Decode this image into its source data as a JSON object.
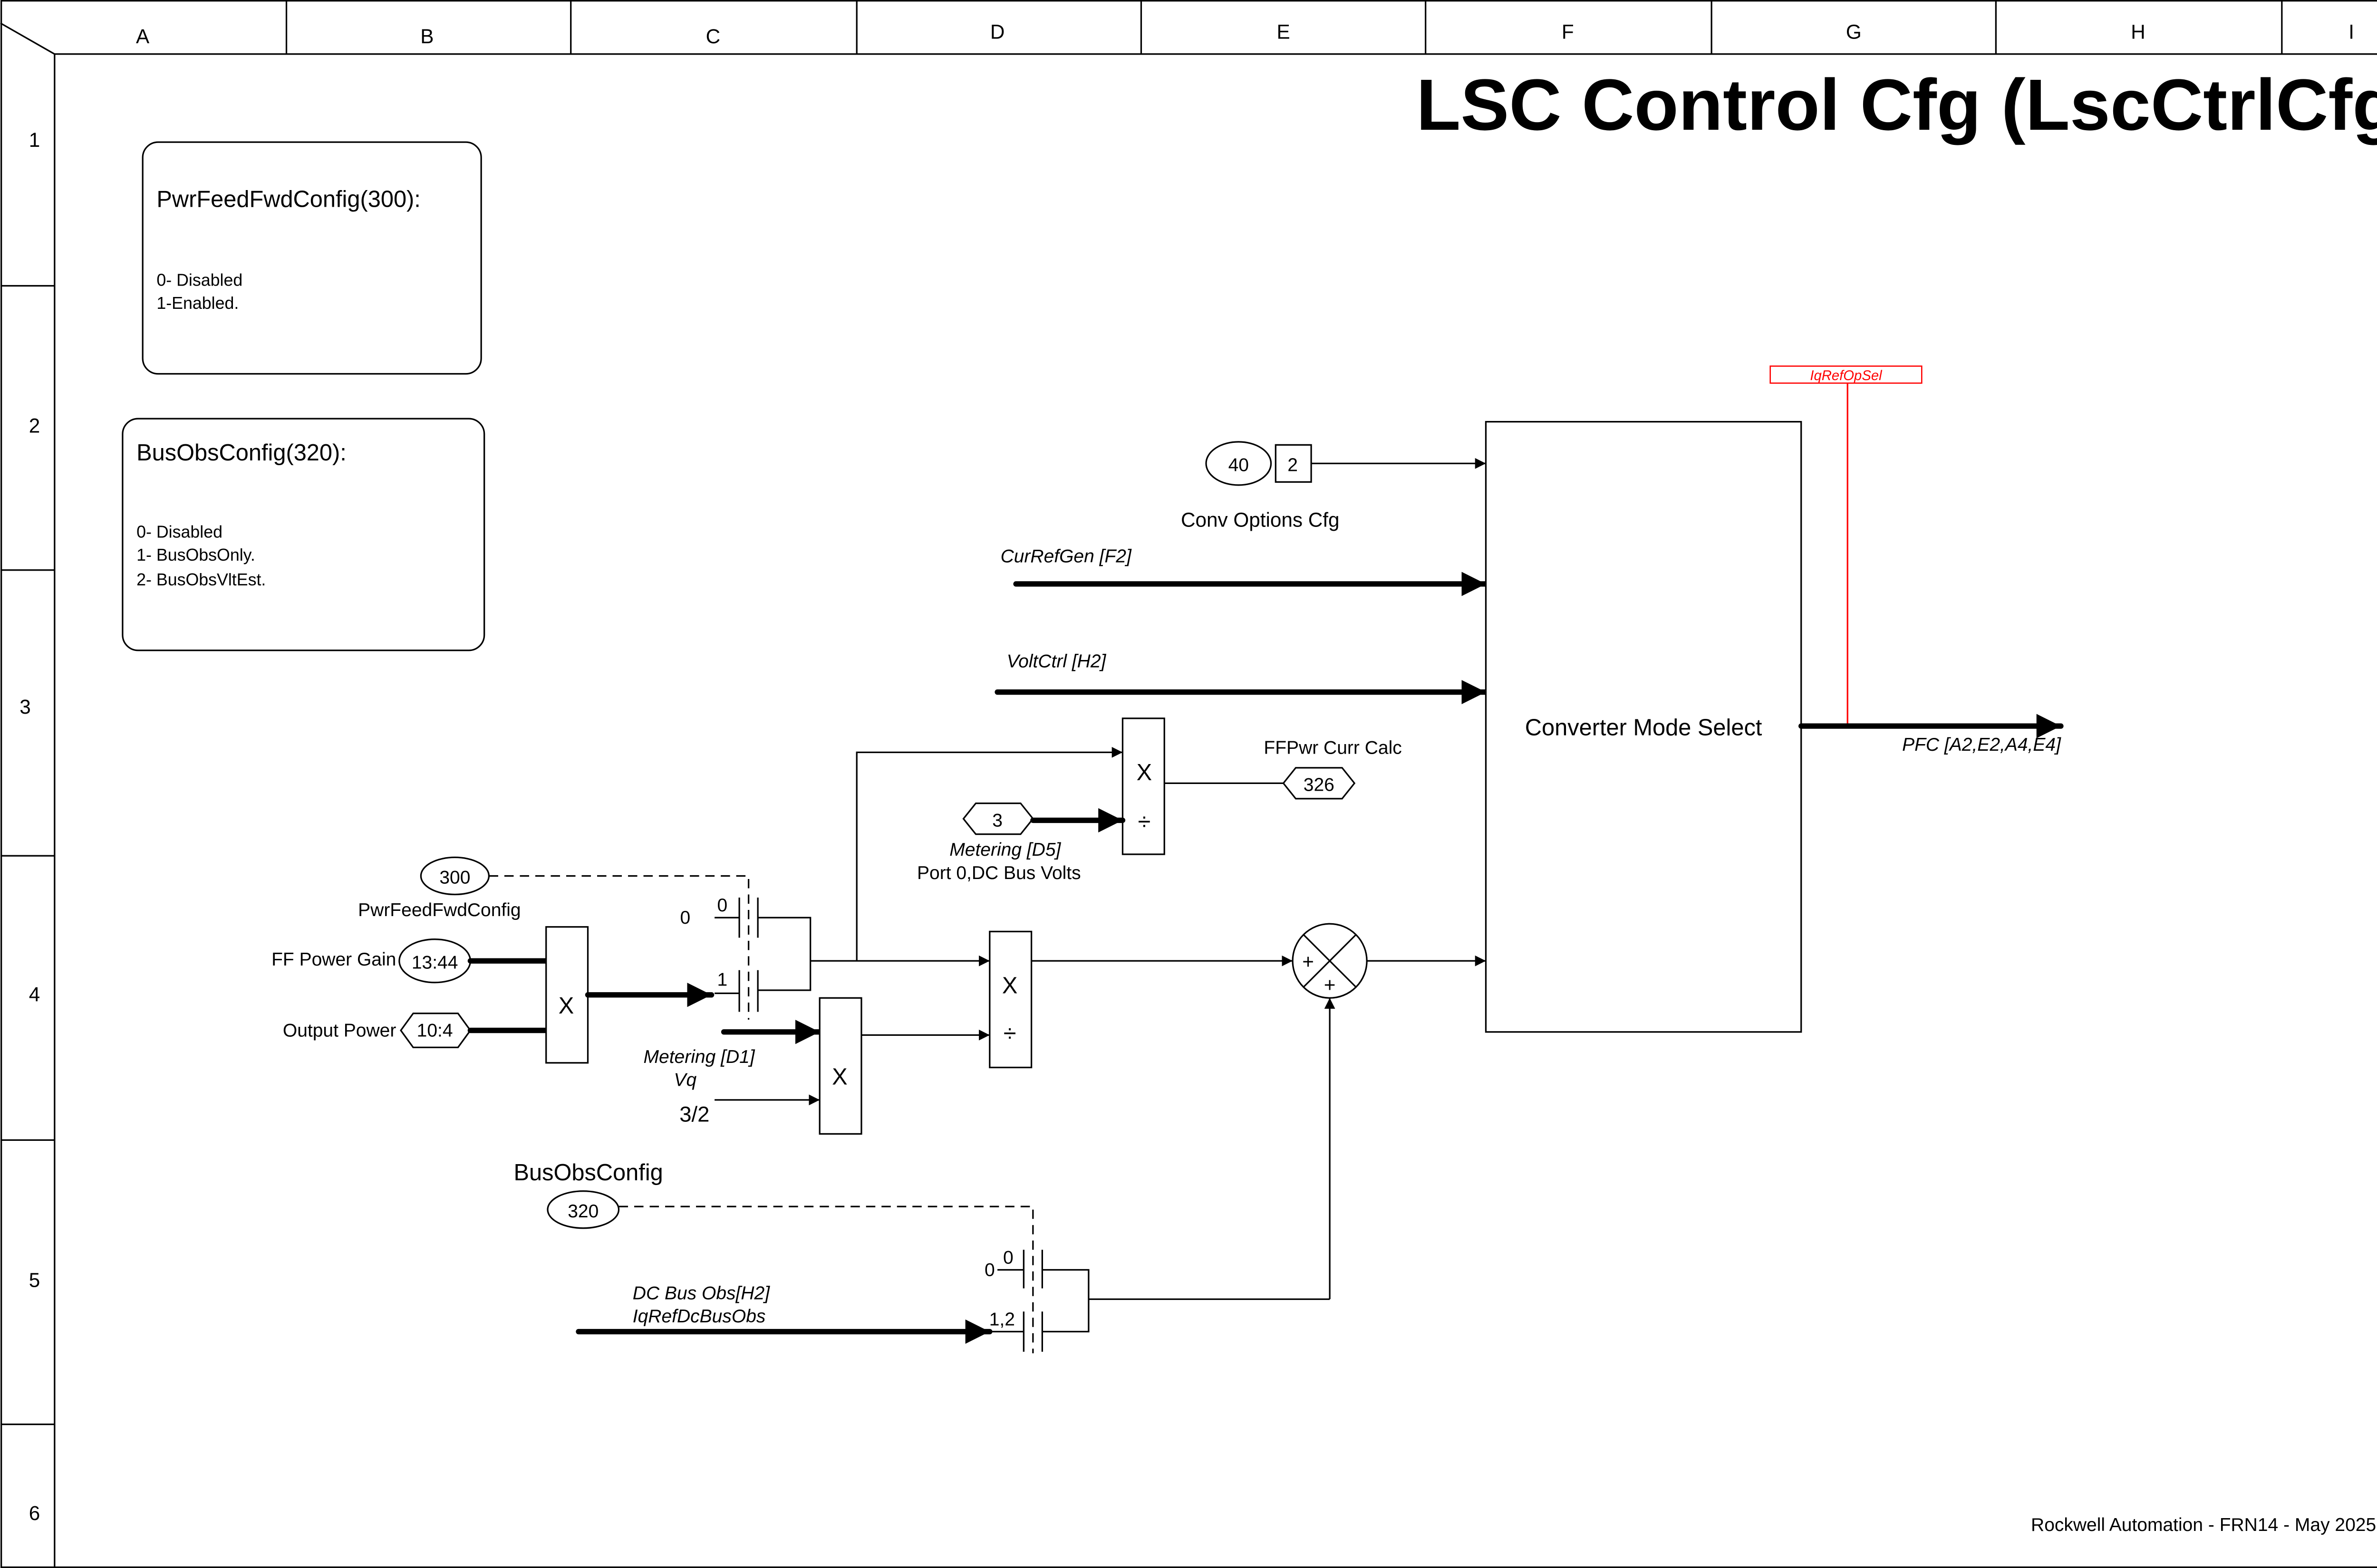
{
  "title": "LSC Control Cfg (LscCtrlCfg)",
  "footer": "Rockwell Automation - FRN14 - May 2025",
  "grid": {
    "columns": [
      "A",
      "B",
      "C",
      "D",
      "E",
      "F",
      "G",
      "H",
      "I"
    ],
    "rows": [
      "1",
      "2",
      "3",
      "4",
      "5",
      "6"
    ]
  },
  "notes": {
    "pwr_ff": {
      "heading": "PwrFeedFwdConfig(300):",
      "options": [
        "0- Disabled",
        "1-Enabled."
      ]
    },
    "bus_obs": {
      "heading": "BusObsConfig(320):",
      "options": [
        "0- Disabled",
        "1- BusObsOnly.",
        "2- BusObsVltEst."
      ]
    }
  },
  "blocks": {
    "conv_opt_param": "40",
    "conv_opt_bit": "2",
    "conv_opt_label": "Conv Options Cfg",
    "cur_ref_gen": "CurRefGen [F2]",
    "volt_ctrl": "VoltCtrl [H2]",
    "converter_mode_select": "Converter Mode Select",
    "iq_ref_op_sel": "IqRefOpSel",
    "pfc_output": "PFC [A2,E2,A4,E4]",
    "mult_symbol": "X",
    "div_symbol": "÷",
    "dc_bus_volts_param": "3",
    "metering_d5": "Metering [D5]",
    "port0_dc_bus_volts": "Port 0,DC Bus Volts",
    "ffpwr_curr_calc": "FFPwr Curr Calc",
    "ffpwr_param": "326",
    "pwr_ff_param": "300",
    "pwr_ff_label": "PwrFeedFwdConfig",
    "ff_power_gain_label": "FF Power Gain",
    "ff_power_gain_param": "13:44",
    "output_power_label": "Output Power",
    "output_power_param": "10:4",
    "switch_zero_value": "0",
    "switch_pos0": "0",
    "switch_pos1": "1",
    "metering_d1": "Metering [D1]",
    "vq": "Vq",
    "three_halves": "3/2",
    "bus_obs_label": "BusObsConfig",
    "bus_obs_param": "320",
    "dc_bus_obs": "DC Bus Obs[H2]",
    "iq_ref_dc_bus_obs": "IqRefDcBusObs",
    "switch2_zero_value": "0",
    "switch2_pos0": "0",
    "switch2_pos12": "1,2",
    "sum_plus": "+"
  },
  "colors": {
    "annotation": "#ff0000"
  }
}
